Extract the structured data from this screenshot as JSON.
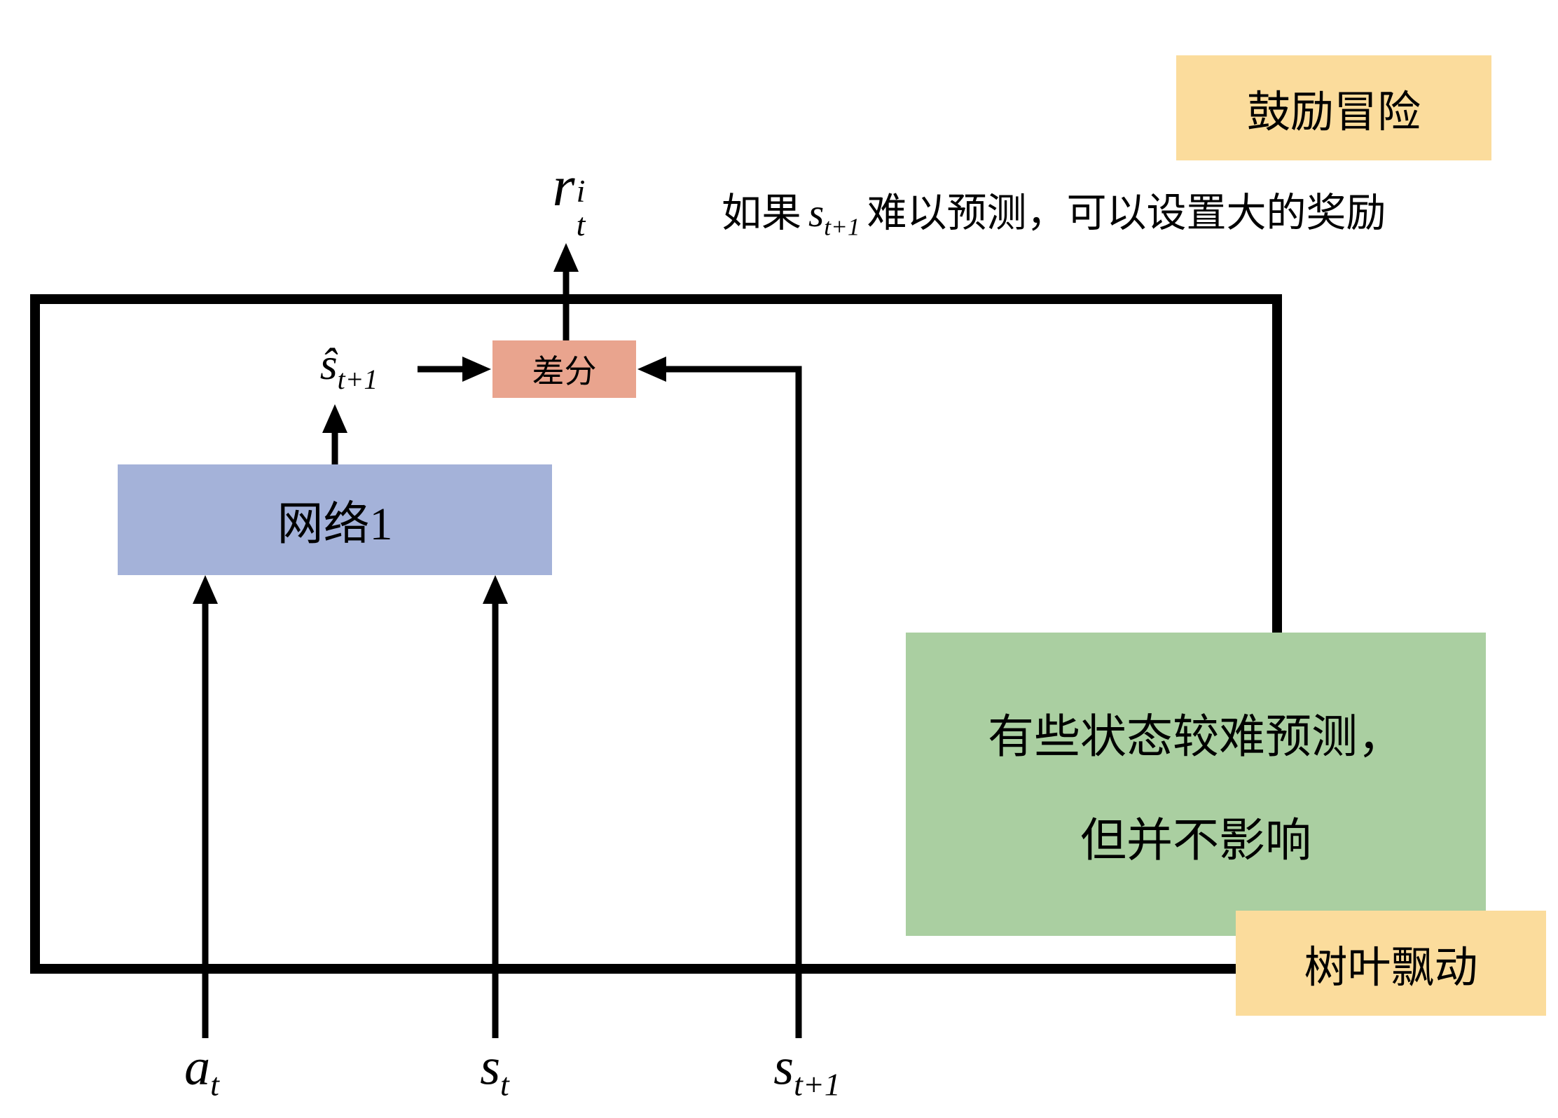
{
  "colors": {
    "network_box": "#a4b2d9",
    "diff_box": "#e9a48e",
    "yellow_callout": "#fbdc9c",
    "green_callout": "#aacfa1"
  },
  "boxes": {
    "network1": "网络1",
    "diff": "差分"
  },
  "labels": {
    "r": {
      "base": "r",
      "sup": "i",
      "sub": "t"
    },
    "s_hat": {
      "base": "ŝ",
      "sub": "t+1"
    },
    "a_t": {
      "base": "a",
      "sub": "t"
    },
    "s_t": {
      "base": "s",
      "sub": "t"
    },
    "s_t1": {
      "base": "s",
      "sub": "t+1"
    }
  },
  "hint": {
    "prefix": "如果",
    "math": {
      "base": "s",
      "sub": "t+1"
    },
    "suffix": "难以预测，可以设置大的奖励"
  },
  "callouts": {
    "top_right": "鼓励冒险",
    "green_line1": "有些状态较难预测，",
    "green_line2": "但并不影响",
    "bottom_right": "树叶飘动"
  }
}
